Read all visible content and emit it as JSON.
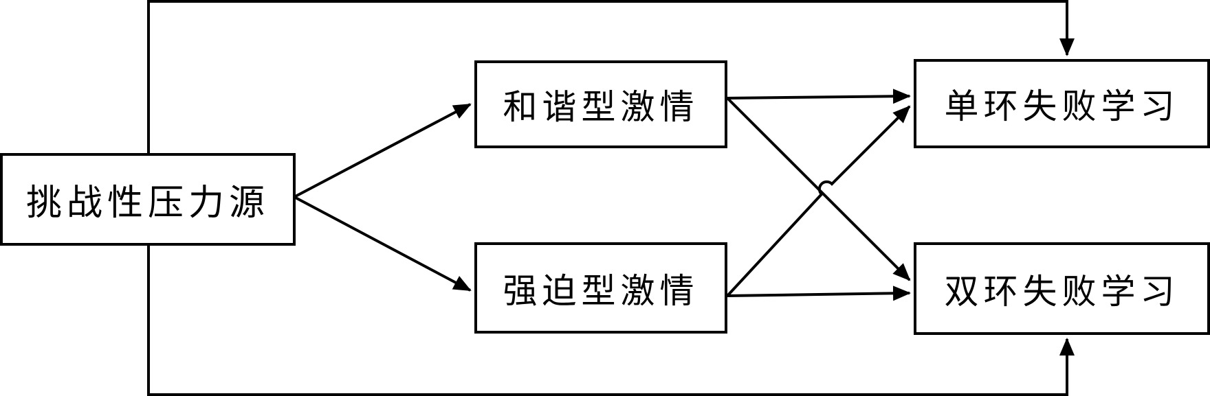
{
  "nodes": {
    "source": "挑战性压力源",
    "harmonious": "和谐型激情",
    "obsessive": "强迫型激情",
    "single_loop": "单环失败学习",
    "double_loop": "双环失败学习"
  },
  "edges": [
    {
      "from": "source",
      "to": "harmonious"
    },
    {
      "from": "source",
      "to": "obsessive"
    },
    {
      "from": "harmonious",
      "to": "single_loop"
    },
    {
      "from": "harmonious",
      "to": "double_loop"
    },
    {
      "from": "obsessive",
      "to": "single_loop"
    },
    {
      "from": "obsessive",
      "to": "double_loop"
    },
    {
      "from": "source",
      "to": "single_loop"
    },
    {
      "from": "source",
      "to": "double_loop"
    }
  ]
}
